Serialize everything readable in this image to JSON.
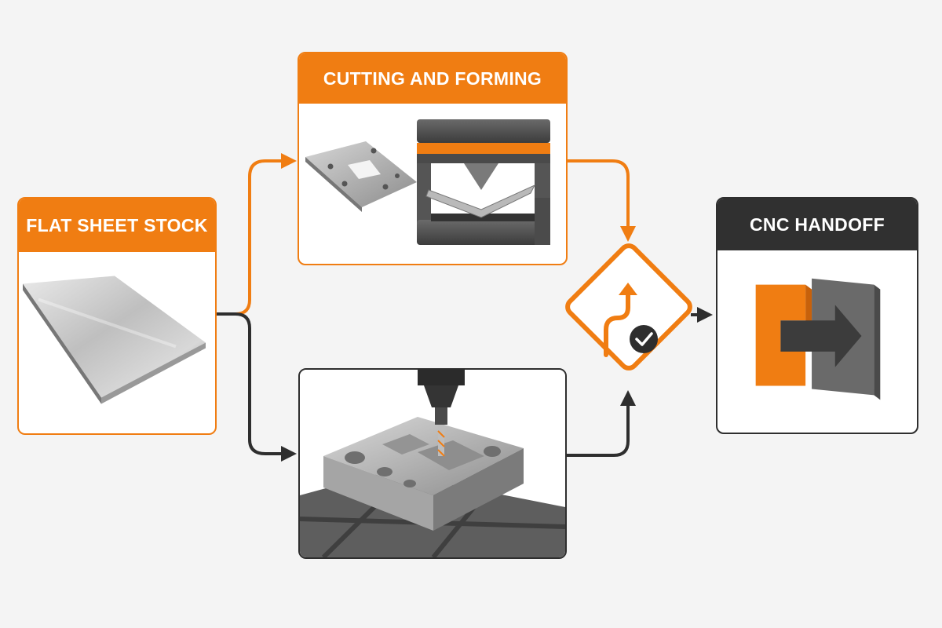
{
  "nodes": {
    "flat_sheet": {
      "title": "FLAT SHEET STOCK"
    },
    "cutting": {
      "title": "CUTTING AND FORMING"
    },
    "cnc": {
      "title": "CNC HANDOFF"
    }
  },
  "colors": {
    "accent": "#f07d12",
    "dark": "#2e2e2e",
    "background": "#f4f4f4"
  },
  "icons": {
    "merge": "route-merge-icon",
    "check": "checkmark-icon",
    "handoff": "handoff-arrow-icon"
  }
}
